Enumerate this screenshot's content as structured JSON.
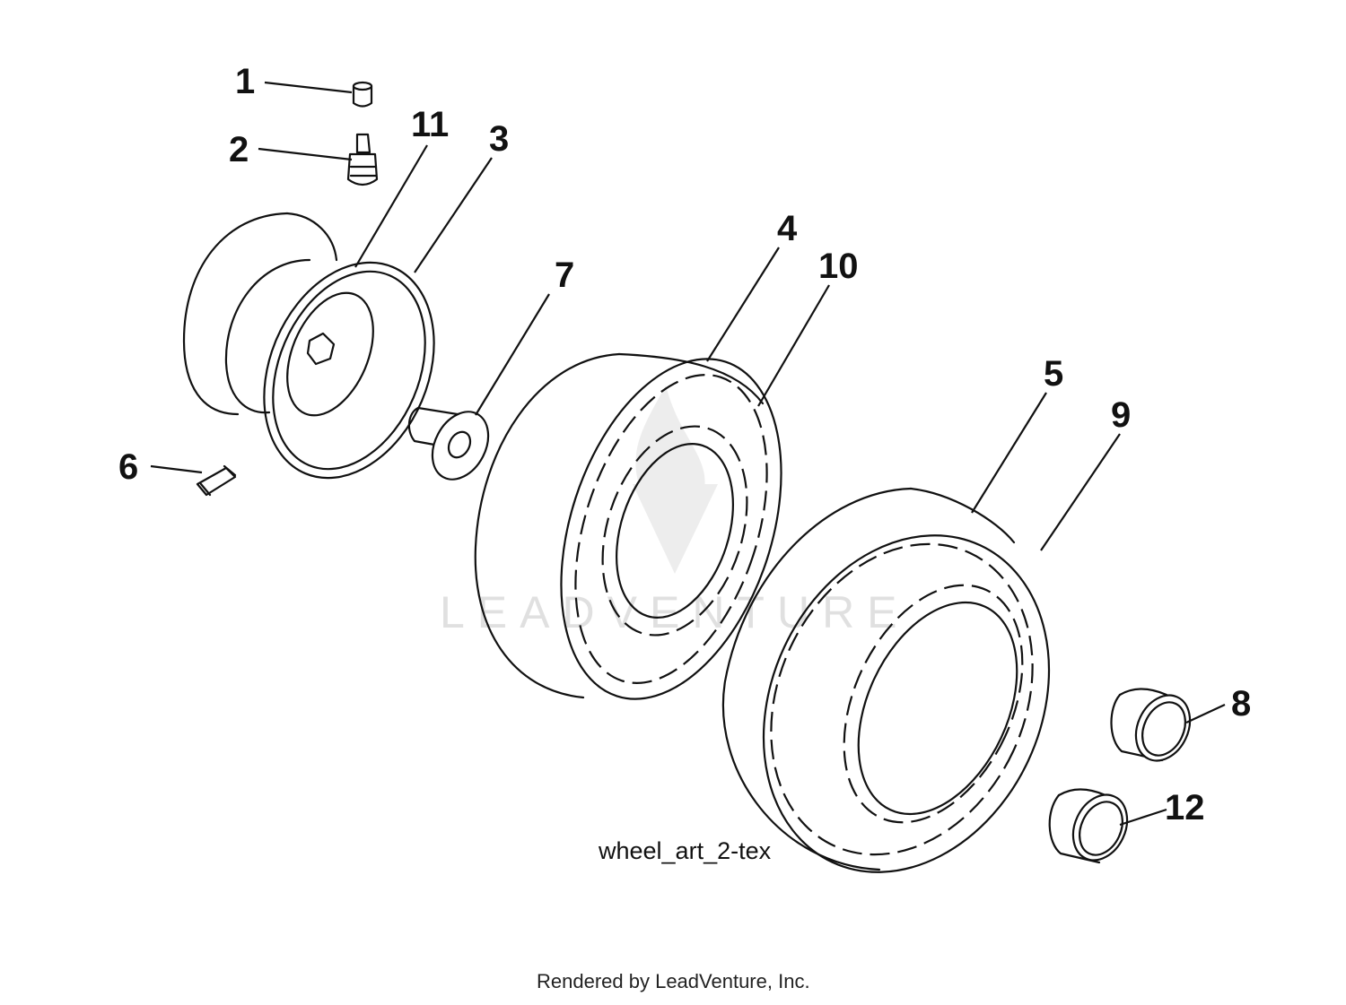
{
  "diagram": {
    "callouts": [
      {
        "id": "c1",
        "label": "1"
      },
      {
        "id": "c2",
        "label": "2"
      },
      {
        "id": "c11",
        "label": "11"
      },
      {
        "id": "c3",
        "label": "3"
      },
      {
        "id": "c7",
        "label": "7"
      },
      {
        "id": "c4",
        "label": "4"
      },
      {
        "id": "c10",
        "label": "10"
      },
      {
        "id": "c5",
        "label": "5"
      },
      {
        "id": "c9",
        "label": "9"
      },
      {
        "id": "c6",
        "label": "6"
      },
      {
        "id": "c8",
        "label": "8"
      },
      {
        "id": "c12",
        "label": "12"
      }
    ],
    "figure_tag": "wheel_art_2-tex",
    "watermark": "LEADVENTURE",
    "credit": "Rendered by LeadVenture, Inc."
  }
}
